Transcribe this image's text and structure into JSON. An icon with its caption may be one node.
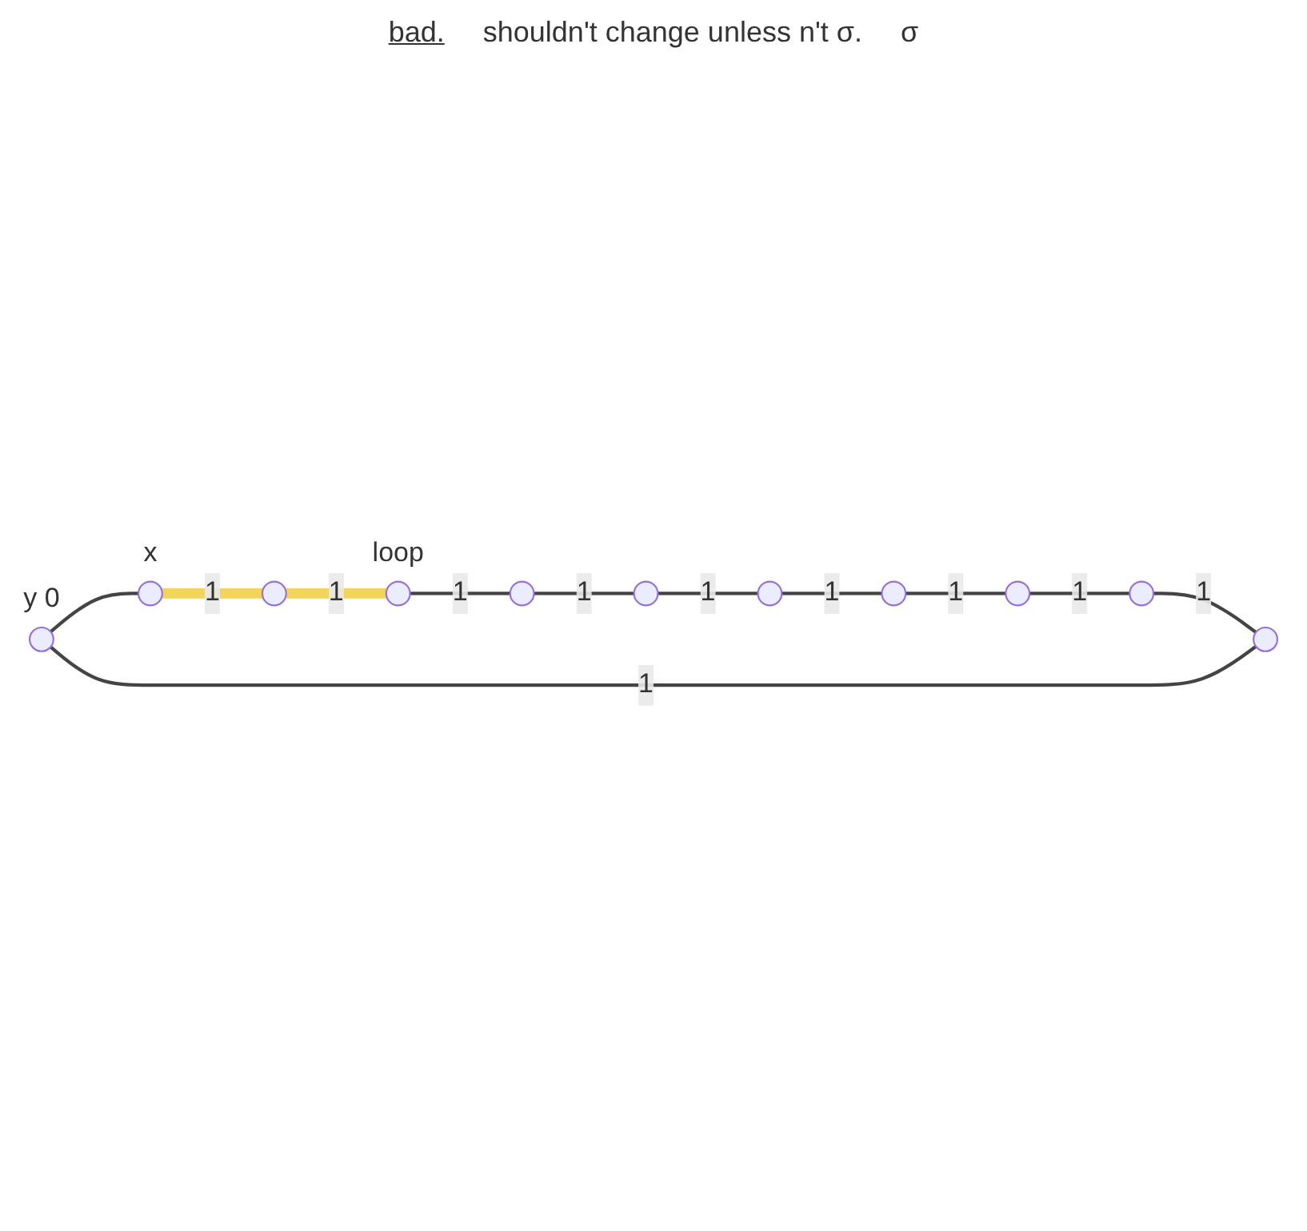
{
  "diagram": {
    "nodes": [
      {
        "text": [],
        "shape": "circle",
        "beside": [
          "y",
          "0"
        ]
      },
      {
        "text": [],
        "shape": "circle",
        "beside": [
          "x"
        ]
      },
      {
        "text": [],
        "shape": "circle"
      },
      {
        "text": [],
        "shape": "circle",
        "beside": [
          "loop"
        ]
      },
      {
        "text": [],
        "shape": "circle"
      },
      {
        "text": [],
        "shape": "circle"
      },
      {
        "text": [],
        "shape": "circle"
      },
      {
        "text": [],
        "shape": "circle"
      },
      {
        "text": [],
        "shape": "circle"
      },
      {
        "text": [],
        "shape": "circle"
      },
      {
        "text": [],
        "shape": "circle"
      }
    ],
    "edges": [
      {
        "from": 0,
        "to": 1,
        "arrow": "none"
      },
      {
        "from": 1,
        "to": 2,
        "arrow": "none",
        "label": "1",
        "style": "thick",
        "color": "#f2d35b"
      },
      {
        "from": 2,
        "to": 3,
        "arrow": "none",
        "label": "1",
        "style": "thick",
        "color": "#f2d35b"
      },
      {
        "from": 3,
        "to": 4,
        "arrow": "none",
        "label": "1"
      },
      {
        "from": 4,
        "to": 5,
        "arrow": "none",
        "label": "1"
      },
      {
        "from": 5,
        "to": 6,
        "arrow": "none",
        "label": "1"
      },
      {
        "from": 6,
        "to": 7,
        "arrow": "none",
        "label": "1"
      },
      {
        "from": 7,
        "to": 8,
        "arrow": "none",
        "label": "1"
      },
      {
        "from": 8,
        "to": 9,
        "arrow": "none",
        "label": "1"
      },
      {
        "from": 9,
        "to": 10,
        "arrow": "none",
        "label": "1"
      },
      {
        "from": 10,
        "to": 0,
        "arrow": "none",
        "label": "1"
      }
    ],
    "labels": [
      "bad.",
      "shouldn't change unless n't σ.",
      "σ"
    ]
  }
}
